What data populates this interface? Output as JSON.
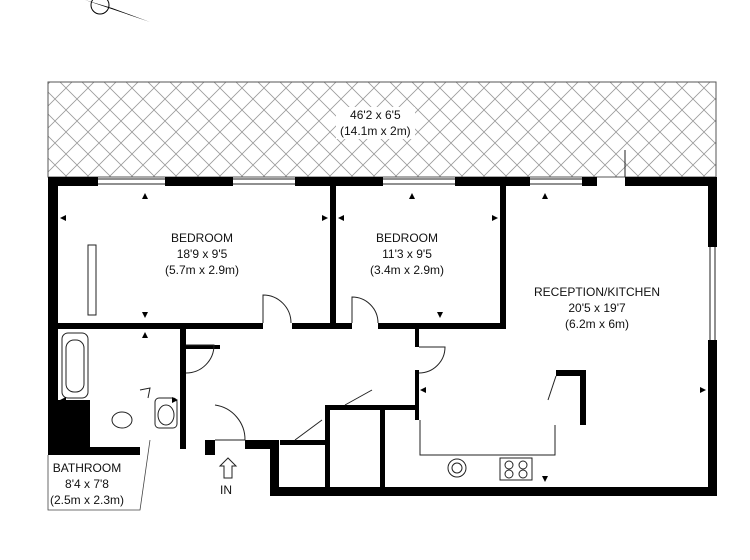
{
  "compass": {
    "icon": "north-arrow-icon"
  },
  "terrace": {
    "dim_imperial": "46'2 x 6'5",
    "dim_metric": "(14.1m x 2m)"
  },
  "rooms": [
    {
      "id": "bedroom-1",
      "name": "BEDROOM",
      "dim_imperial": "18'9 x 9'5",
      "dim_metric": "(5.7m x 2.9m)"
    },
    {
      "id": "bedroom-2",
      "name": "BEDROOM",
      "dim_imperial": "11'3 x 9'5",
      "dim_metric": "(3.4m x 2.9m)"
    },
    {
      "id": "reception-kitchen",
      "name": "RECEPTION/KITCHEN",
      "dim_imperial": "20'5 x 19'7",
      "dim_metric": "(6.2m x 6m)"
    },
    {
      "id": "bathroom",
      "name": "BATHROOM",
      "dim_imperial": "8'4 x 7'8",
      "dim_metric": "(2.5m x 2.3m)"
    }
  ],
  "entrance": {
    "label": "IN"
  },
  "colors": {
    "wall": "#000000",
    "line": "#222222",
    "hatch": "#9a9a9a",
    "background": "#ffffff"
  }
}
